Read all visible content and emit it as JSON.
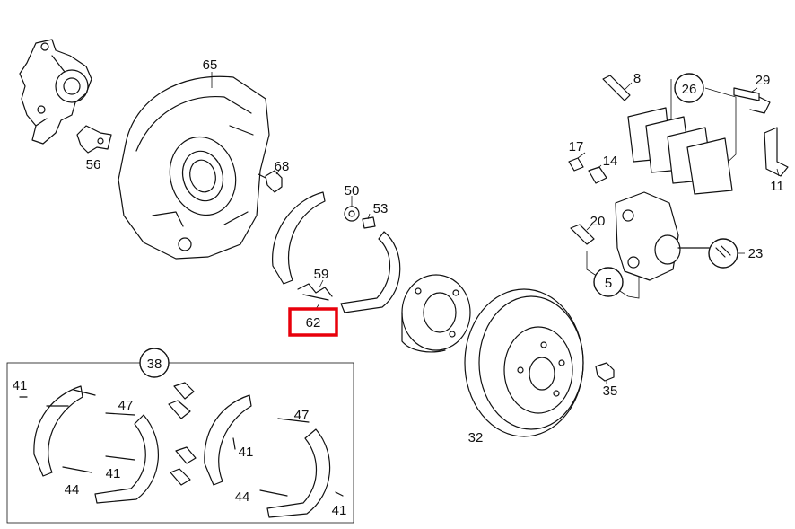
{
  "labels": {
    "p65": "65",
    "p56": "56",
    "p68": "68",
    "p50": "50",
    "p53": "53",
    "p59": "59",
    "p62": "62",
    "p8": "8",
    "p26": "26",
    "p29": "29",
    "p17": "17",
    "p14": "14",
    "p11": "11",
    "p20": "20",
    "p23": "23",
    "p5": "5",
    "p35": "35",
    "p32": "32",
    "p38": "38",
    "p41a": "41",
    "p47a": "47",
    "p41b": "41",
    "p44a": "44",
    "p47b": "47",
    "p41c": "41",
    "p44b": "44",
    "p41d": "41"
  },
  "highlight": {
    "label": "62",
    "color": "#e8000b"
  }
}
